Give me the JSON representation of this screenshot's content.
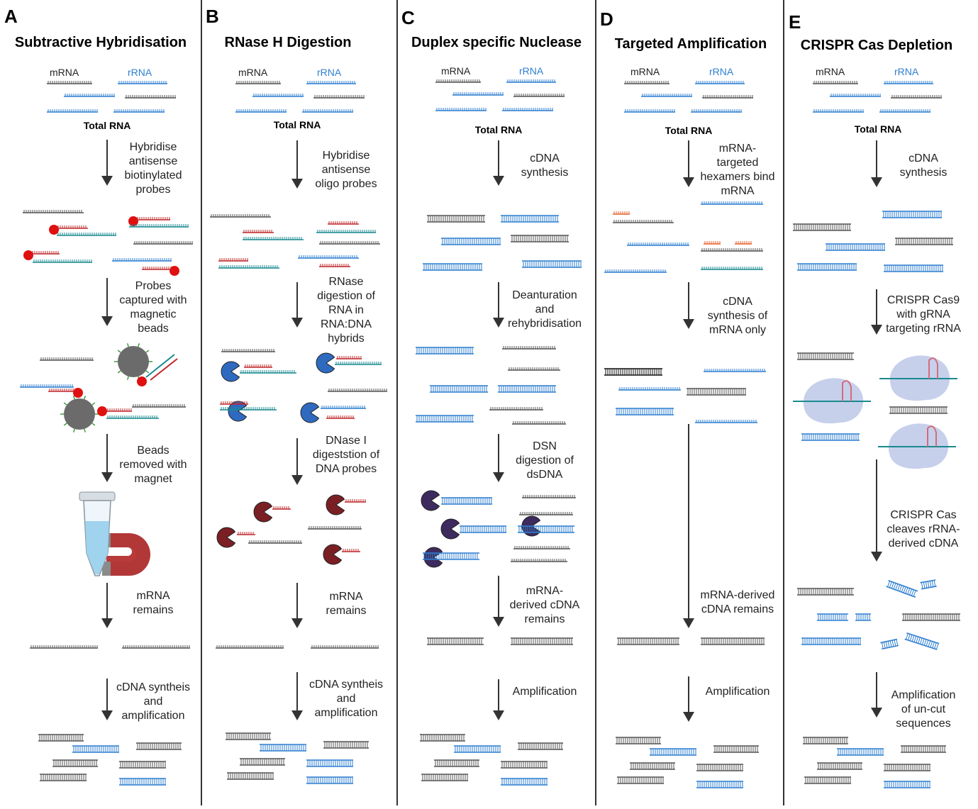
{
  "panels": [
    {
      "letter": "A",
      "title": "Subtractive Hybridisation",
      "mrna_label": "mRNA",
      "rrna_label": "rRNA",
      "total_label": "Total RNA",
      "steps": [
        [
          "Hybridise",
          "antisense",
          "biotinylated",
          "probes"
        ],
        [
          "Probes",
          "captured with",
          "magnetic",
          "beads"
        ],
        [
          "Beads",
          "removed with",
          "magnet"
        ],
        [
          "mRNA",
          "remains"
        ],
        [
          "cDNA syntheis",
          "and",
          "amplification"
        ]
      ]
    },
    {
      "letter": "B",
      "title": "RNase H Digestion",
      "mrna_label": "mRNA",
      "rrna_label": "rRNA",
      "total_label": "Total RNA",
      "steps": [
        [
          "Hybridise",
          "antisense",
          "oligo  probes"
        ],
        [
          "RNase",
          "digestion of",
          "RNA in",
          "RNA:DNA",
          "hybrids"
        ],
        [
          "DNase I",
          "digeststion of",
          "DNA probes"
        ],
        [
          "mRNA",
          "remains"
        ],
        [
          "cDNA syntheis",
          "and",
          "amplification"
        ]
      ]
    },
    {
      "letter": "C",
      "title": "Duplex specific Nuclease",
      "mrna_label": "mRNA",
      "rrna_label": "rRNA",
      "total_label": "Total RNA",
      "steps": [
        [
          "cDNA",
          "synthesis"
        ],
        [
          "Deanturation",
          "and",
          "rehybridisation"
        ],
        [
          "DSN",
          "digestion of",
          "dsDNA"
        ],
        [
          "mRNA-",
          "derived cDNA",
          "remains"
        ],
        [
          "Amplification"
        ]
      ]
    },
    {
      "letter": "D",
      "title": "Targeted Amplification",
      "mrna_label": "mRNA",
      "rrna_label": "rRNA",
      "total_label": "Total RNA",
      "steps": [
        [
          "mRNA-",
          "targeted",
          "hexamers bind",
          "mRNA"
        ],
        [
          "cDNA",
          "synthesis of",
          "mRNA only"
        ],
        [
          "mRNA-derived",
          "cDNA remains"
        ],
        [
          "Amplification"
        ]
      ]
    },
    {
      "letter": "E",
      "title": "CRISPR Cas Depletion",
      "mrna_label": "mRNA",
      "rrna_label": "rRNA",
      "total_label": "Total RNA",
      "steps": [
        [
          "cDNA",
          "synthesis"
        ],
        [
          "CRISPR Cas9",
          "with gRNA",
          "targeting rRNA"
        ],
        [
          "CRISPR Cas",
          "cleaves rRNA-",
          "derived cDNA"
        ],
        [
          "Amplification",
          "of un-cut",
          "sequences"
        ]
      ]
    }
  ],
  "colors": {
    "mrna": "#555555",
    "rrna": "#2f7fd0",
    "probe": "#c0282b",
    "teal": "#1a8a8f",
    "bead": "#6b6b6b",
    "bead_spike": "#3c9a3c",
    "rnase_h": "#2e6bc0",
    "dnase": "#7a1f24",
    "dsn": "#3d2a5e",
    "hexamer": "#e8602c",
    "cas": "#b8c4e6",
    "grna": "#d86a7a",
    "magnet": "#b83a3a",
    "tube": "#9fd3ee",
    "divider": "#333333",
    "arrow": "#333333"
  }
}
